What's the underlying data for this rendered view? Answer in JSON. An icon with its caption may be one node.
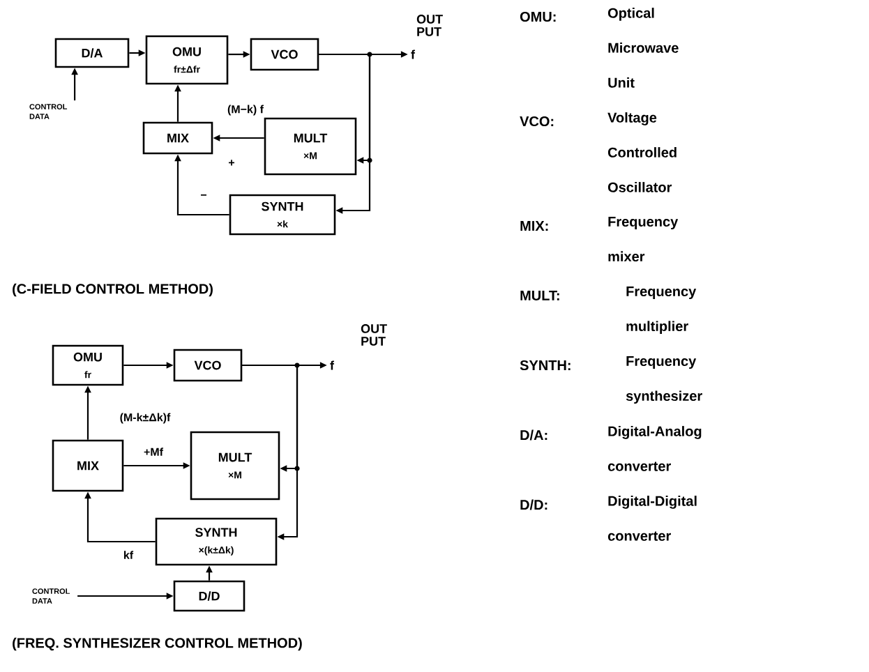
{
  "diagram": {
    "nodes": [
      {
        "text": [
          "D/A"
        ]
      },
      {
        "text": [
          "OMU",
          "fr±Δfr"
        ]
      },
      {
        "text": [
          "VCO"
        ]
      },
      {
        "text": [
          "f"
        ]
      },
      {
        "text": [
          "CONTROL DATA"
        ]
      },
      {
        "text": [
          "MIX"
        ]
      },
      {
        "text": [
          "MULT",
          "×M"
        ]
      },
      {
        "text": [
          "SYNTH",
          "×k"
        ]
      },
      {
        "text": [
          "OMU",
          "fr"
        ]
      },
      {
        "text": [
          "VCO"
        ]
      },
      {
        "text": [
          "f"
        ]
      },
      {
        "text": [
          "MIX"
        ]
      },
      {
        "text": [
          "MULT",
          "×M"
        ]
      },
      {
        "text": [
          "SYNTH",
          "×(k±Δk)"
        ]
      },
      {
        "text": [
          "CONTROL DATA"
        ]
      },
      {
        "text": [
          "D/D"
        ]
      }
    ],
    "edges": [
      {
        "from": 4,
        "to": 0,
        "arrow": "to"
      },
      {
        "from": 0,
        "to": 1,
        "arrow": "to"
      },
      {
        "from": 1,
        "to": 2,
        "arrow": "to"
      },
      {
        "from": 2,
        "to": 3,
        "arrow": "to"
      },
      {
        "from": 2,
        "to": 6,
        "arrow": "to"
      },
      {
        "from": 2,
        "to": 7,
        "arrow": "to"
      },
      {
        "from": 6,
        "to": 5,
        "arrow": "to",
        "label": "+"
      },
      {
        "from": 7,
        "to": 5,
        "arrow": "to",
        "label": "−"
      },
      {
        "from": 5,
        "to": 1,
        "arrow": "to",
        "label": "(M−k) f"
      },
      {
        "from": 8,
        "to": 9,
        "arrow": "to"
      },
      {
        "from": 9,
        "to": 10,
        "arrow": "to"
      },
      {
        "from": 9,
        "to": 12,
        "arrow": "to"
      },
      {
        "from": 9,
        "to": 13,
        "arrow": "to"
      },
      {
        "from": 11,
        "to": 8,
        "arrow": "to",
        "label": "(M-k±Δk)f"
      },
      {
        "from": 11,
        "to": 12,
        "arrow": "to",
        "label": "+Mf"
      },
      {
        "from": 13,
        "to": 11,
        "arrow": "to",
        "label": "kf"
      },
      {
        "from": 15,
        "to": 13,
        "arrow": "to"
      },
      {
        "from": 14,
        "to": 15,
        "arrow": "to"
      }
    ],
    "labels": [
      "OUT PUT",
      "(C-FIELD CONTROL METHOD)",
      "OUT PUT",
      "(FREQ. SYNTHESIZER CONTROL METHOD)",
      "OMU:",
      "Optical Microwave Unit",
      "VCO:",
      "Voltage Controlled Oscillator",
      "MIX:",
      "Frequency mixer",
      "MULT:",
      "Frequency multiplier",
      "SYNTH:",
      "Frequency synthesizer",
      "D/A:",
      "Digital-Analog converter",
      "D/D:",
      "Digital-Digital converter"
    ]
  }
}
